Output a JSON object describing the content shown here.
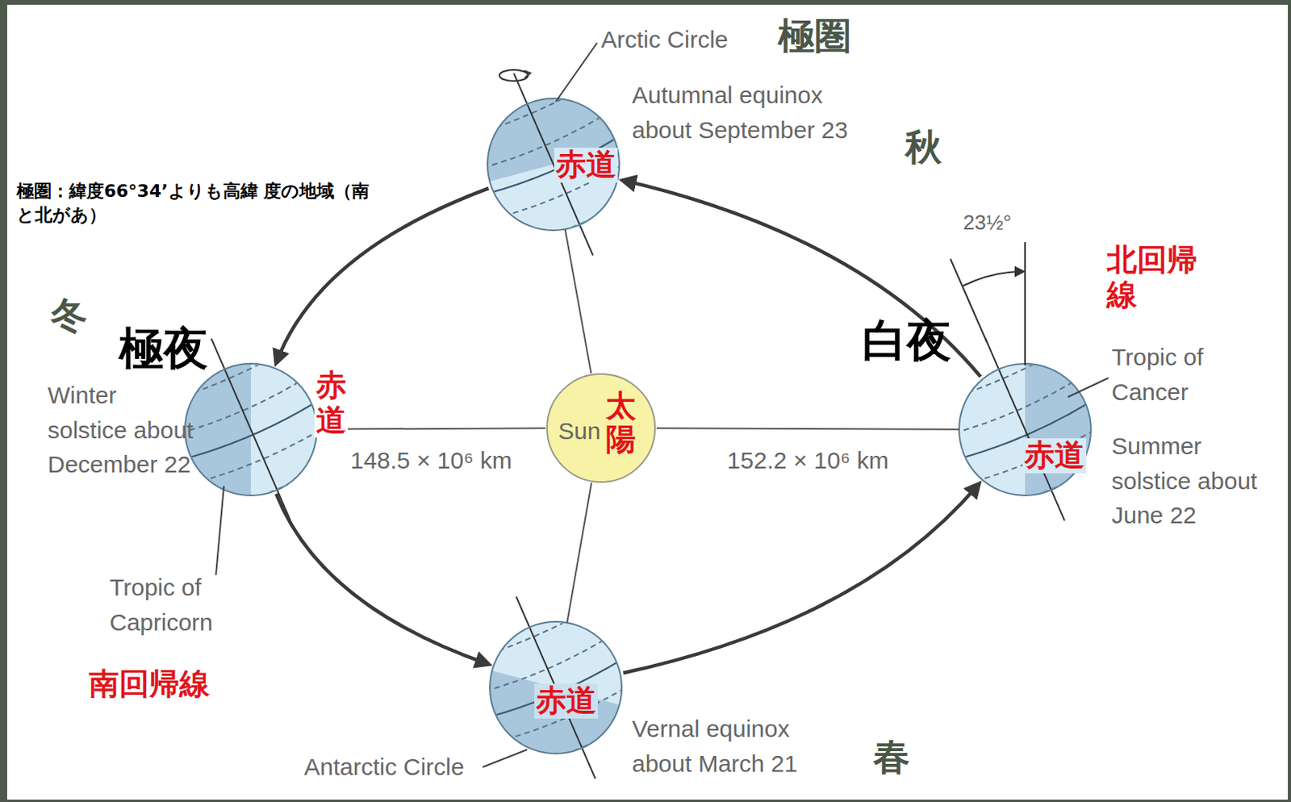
{
  "diagram": {
    "nodes": [
      {
        "text": [
          "赤道"
        ]
      },
      {
        "text": [
          "赤道"
        ]
      },
      {
        "text": [
          "Sun",
          "太陽"
        ]
      },
      {
        "text": [
          "赤道"
        ]
      },
      {
        "text": [
          "赤道"
        ]
      }
    ],
    "edges": [
      {
        "from": 1,
        "to": 4,
        "arrow": "to"
      },
      {
        "from": 4,
        "to": 3,
        "arrow": "to"
      },
      {
        "from": 3,
        "to": 0,
        "arrow": "to"
      },
      {
        "from": 0,
        "to": 1,
        "arrow": "to"
      },
      {
        "from": 2,
        "to": 1,
        "label": "148.5 × 10⁶ km",
        "arrow": "none"
      },
      {
        "from": 2,
        "to": 3,
        "label": "152.2 × 10⁶ km",
        "arrow": "none"
      },
      {
        "from": 2,
        "to": 0,
        "arrow": "none"
      },
      {
        "from": 2,
        "to": 4,
        "arrow": "none"
      }
    ],
    "labels": [
      "Arctic Circle",
      "極圏",
      "Autumnal equinox about September 23",
      "秋",
      "極圏：緯度66°34’よりも高緯 度の地域（南と北があ）",
      "23½°",
      "北回帰 線",
      "冬",
      "極夜",
      "白夜",
      "Tropic of Cancer",
      "Summer solstice about June 22",
      "Winter solstice about December 22",
      "Tropic of Capricorn",
      "南回帰線",
      "Antarctic Circle",
      "Vernal equinox about March 21",
      "春"
    ]
  }
}
